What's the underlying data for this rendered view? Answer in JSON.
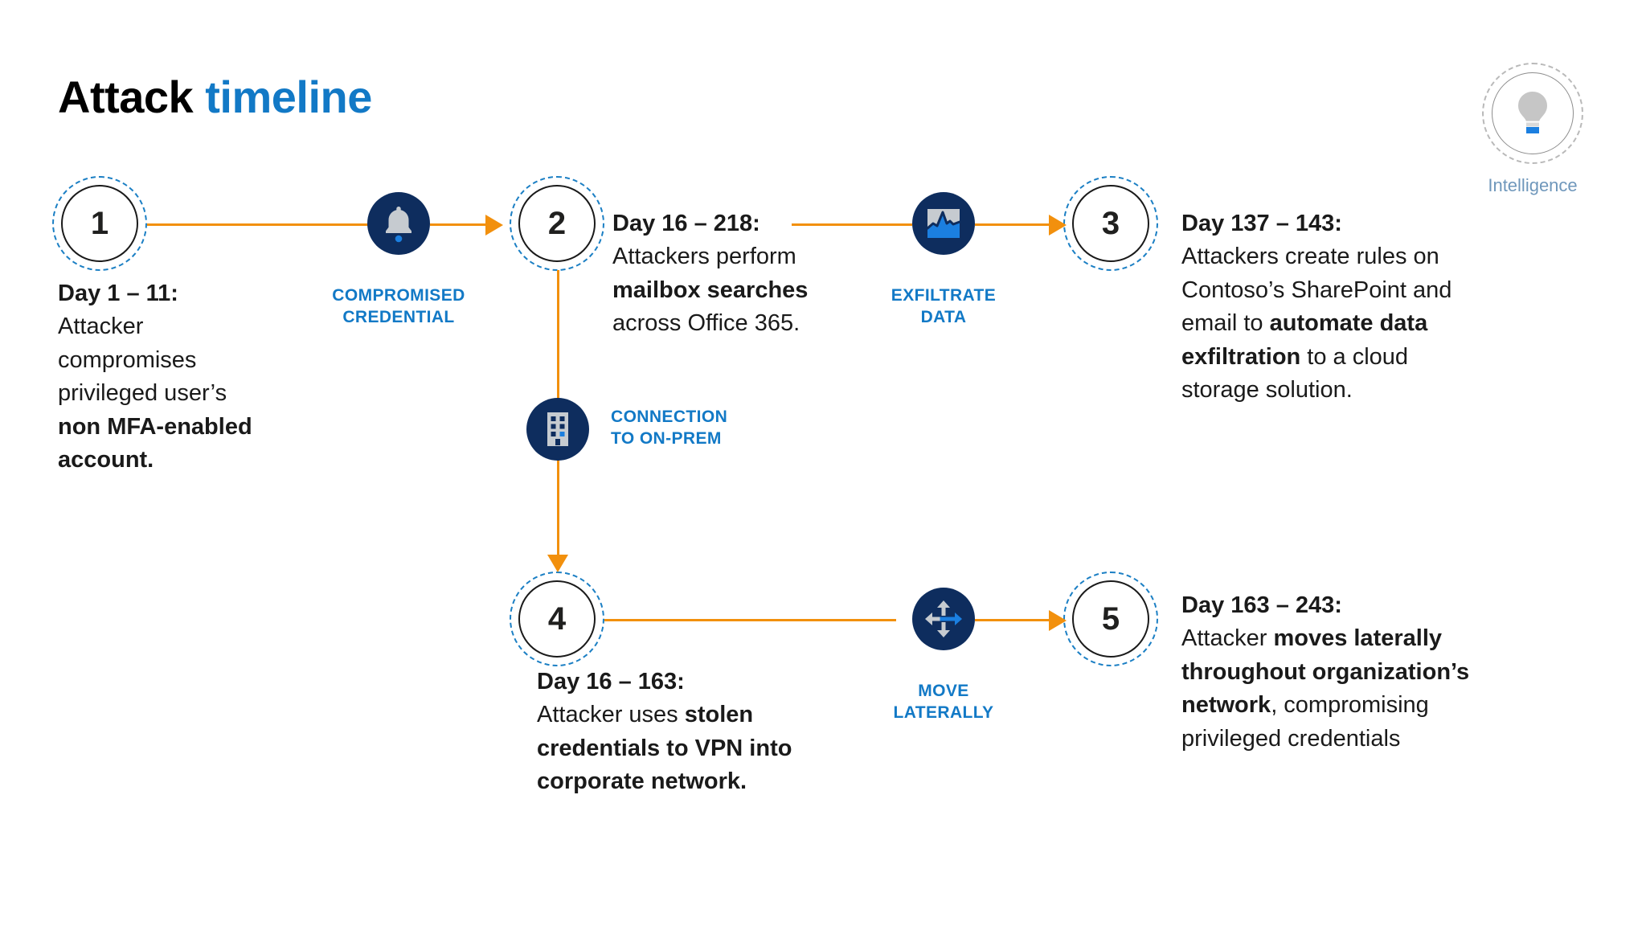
{
  "title": {
    "part1": "Attack",
    "part2": "timeline"
  },
  "colors": {
    "accent_orange": "#f2900d",
    "badge_navy": "#0e2d5e",
    "label_blue": "#1279c6",
    "title_blue": "#1279c6",
    "text_black": "#1a1a1a",
    "intel_label": "#6f97bb"
  },
  "intelligence": {
    "label": "Intelligence",
    "icon": "lightbulb-icon"
  },
  "nodes": [
    {
      "number": "1"
    },
    {
      "number": "2"
    },
    {
      "number": "3"
    },
    {
      "number": "4"
    },
    {
      "number": "5"
    }
  ],
  "badges": [
    {
      "icon": "bell-icon",
      "label": "COMPROMISED\nCREDENTIAL"
    },
    {
      "icon": "chart-icon",
      "label": "EXFILTRATE\nDATA"
    },
    {
      "icon": "building-icon",
      "label": "CONNECTION\nTO ON-PREM"
    },
    {
      "icon": "move-arrows-icon",
      "label": "MOVE\nLATERALLY"
    }
  ],
  "steps": [
    {
      "day": "Day 1 – 11:",
      "lines": [
        [
          {
            "t": "Attacker",
            "b": false
          }
        ],
        [
          {
            "t": "compromises",
            "b": false
          }
        ],
        [
          {
            "t": "privileged user’s",
            "b": false
          }
        ],
        [
          {
            "t": "non MFA-enabled",
            "b": true
          }
        ],
        [
          {
            "t": "account.",
            "b": true
          }
        ]
      ]
    },
    {
      "day": "Day 16 – 218:",
      "lines": [
        [
          {
            "t": "Attackers perform",
            "b": false
          }
        ],
        [
          {
            "t": "mailbox searches",
            "b": true
          }
        ],
        [
          {
            "t": "across Office 365.",
            "b": false
          }
        ]
      ]
    },
    {
      "day": "Day 137 – 143:",
      "lines": [
        [
          {
            "t": "Attackers create rules on",
            "b": false
          }
        ],
        [
          {
            "t": "Contoso’s SharePoint and",
            "b": false
          }
        ],
        [
          {
            "t": "email to ",
            "b": false
          },
          {
            "t": "automate data",
            "b": true
          }
        ],
        [
          {
            "t": "exfiltration",
            "b": true
          },
          {
            "t": " to a cloud",
            "b": false
          }
        ],
        [
          {
            "t": "storage solution.",
            "b": false
          }
        ]
      ]
    },
    {
      "day": "Day 16 – 163:",
      "lines": [
        [
          {
            "t": "Attacker uses ",
            "b": false
          },
          {
            "t": "stolen",
            "b": true
          }
        ],
        [
          {
            "t": "credentials to VPN into",
            "b": true
          }
        ],
        [
          {
            "t": "corporate network.",
            "b": true
          }
        ]
      ]
    },
    {
      "day": "Day 163 – 243:",
      "lines": [
        [
          {
            "t": "Attacker ",
            "b": false
          },
          {
            "t": "moves laterally",
            "b": true
          }
        ],
        [
          {
            "t": "throughout organization’s",
            "b": true
          }
        ],
        [
          {
            "t": "network",
            "b": true
          },
          {
            "t": ", compromising",
            "b": false
          }
        ],
        [
          {
            "t": "privileged credentials",
            "b": false
          }
        ]
      ]
    }
  ]
}
